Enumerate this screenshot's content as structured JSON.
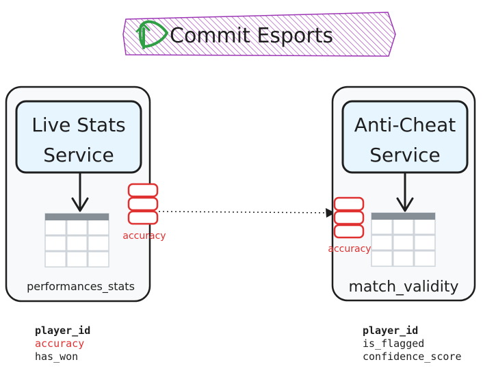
{
  "title": "Commit Esports",
  "colors": {
    "banner_fill": "#9c36b5",
    "logo": "#2f9e44",
    "service_fill": "#e7f5ff",
    "container_fill": "#f8f9fa",
    "accent_red": "#e03131",
    "ink": "#1e1e1e"
  },
  "left": {
    "service_line1": "Live Stats",
    "service_line2": "Service",
    "table_label": "performances_stats",
    "queue_label": "accuracy",
    "fields": [
      {
        "text": "player_id",
        "style": "key"
      },
      {
        "text": "accuracy",
        "style": "red"
      },
      {
        "text": "has_won",
        "style": "normal"
      }
    ]
  },
  "right": {
    "service_line1": "Anti-Cheat",
    "service_line2": "Service",
    "table_label": "match_validity",
    "queue_label": "accuracy",
    "fields": [
      {
        "text": "player_id",
        "style": "key"
      },
      {
        "text": "is_flagged",
        "style": "normal"
      },
      {
        "text": "confidence_score",
        "style": "normal"
      }
    ]
  }
}
